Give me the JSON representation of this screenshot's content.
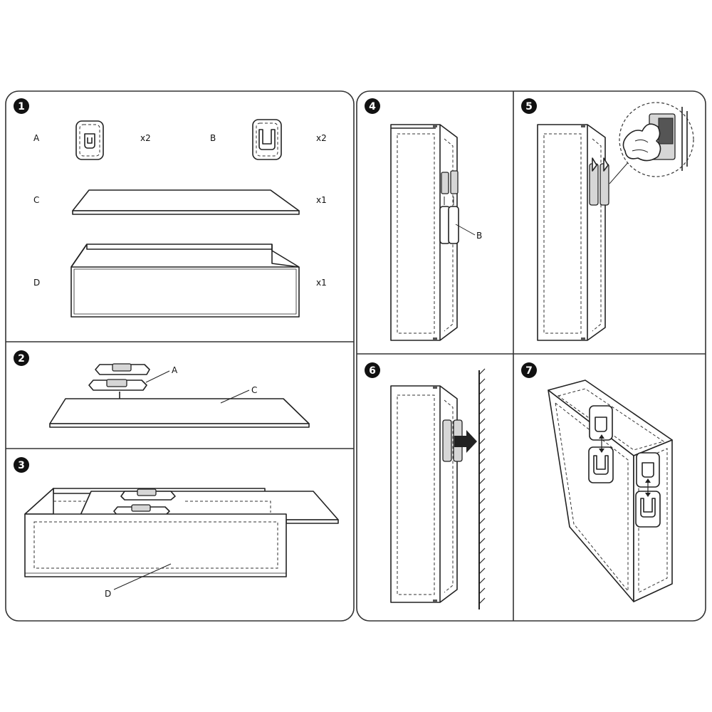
{
  "steps": [
    "1",
    "2",
    "3",
    "4",
    "5",
    "6",
    "7"
  ],
  "step1": {
    "parts": [
      {
        "letter": "A",
        "qty": "x2"
      },
      {
        "letter": "B",
        "qty": "x2"
      },
      {
        "letter": "C",
        "qty": "x1"
      },
      {
        "letter": "D",
        "qty": "x1"
      }
    ]
  },
  "step2": {
    "callouts": [
      "A",
      "C"
    ]
  },
  "step3": {
    "callouts": [
      "D"
    ]
  },
  "step4": {
    "callouts": [
      "B"
    ]
  }
}
